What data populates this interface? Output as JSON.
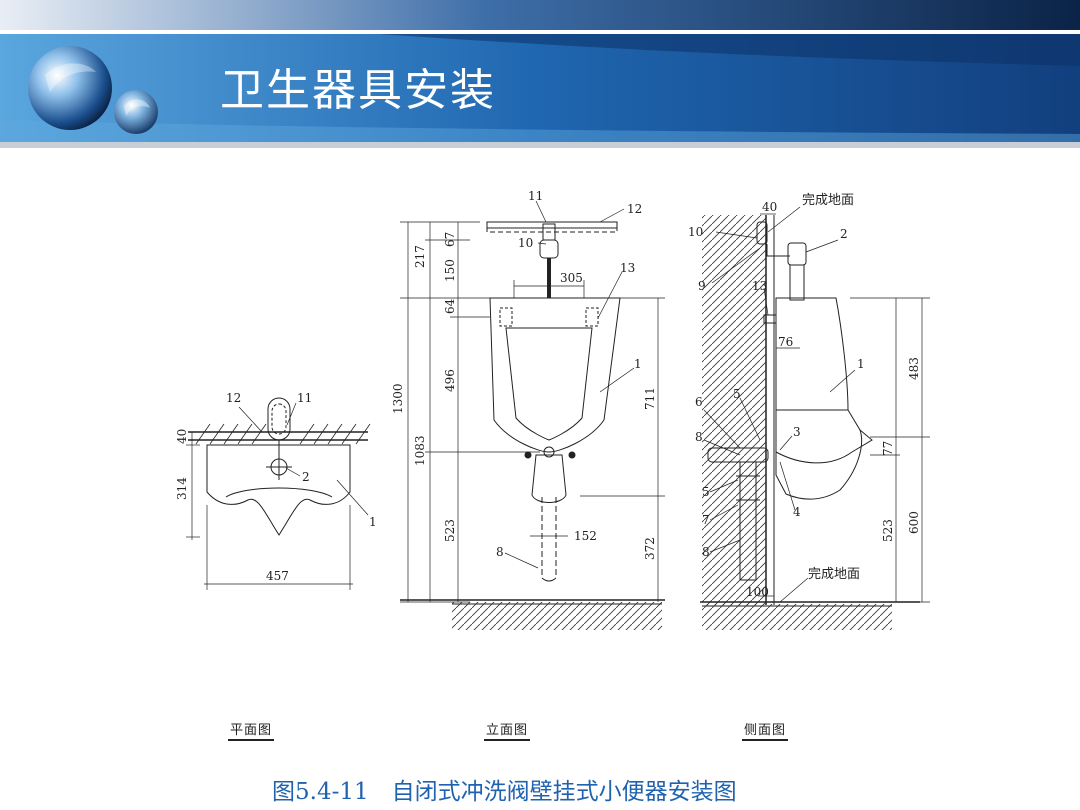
{
  "slide": {
    "title": "卫生器具安装",
    "caption": "图5.4-11　自闭式冲洗阀壁挂式小便器安装图"
  },
  "views": {
    "plan": "平面图",
    "elevation": "立面图",
    "side": "侧面图"
  },
  "plan_labels": {
    "n12": "12",
    "n11": "11",
    "n2": "2",
    "n1": "1",
    "d40": "40",
    "d314": "314",
    "d457": "457"
  },
  "elev_labels": {
    "n11": "11",
    "n12": "12",
    "n10": "10",
    "n13": "13",
    "n1": "1",
    "n8": "8",
    "d305": "305",
    "d217": "217",
    "d67": "67",
    "d150": "150",
    "d64": "64",
    "d1300": "1300",
    "d496": "496",
    "d1083": "1083",
    "d711": "711",
    "d523": "523",
    "d372": "372",
    "d152": "152"
  },
  "side_labels": {
    "d40": "40",
    "floor_top": "完成地面",
    "n10": "10",
    "n2": "2",
    "n9": "9",
    "n13": "13",
    "d76": "76",
    "n1": "1",
    "d483": "483",
    "n6": "6",
    "n5a": "5",
    "n8a": "8",
    "n3": "3",
    "d77": "77",
    "n5b": "5",
    "n4": "4",
    "n7": "7",
    "n8b": "8",
    "d523": "523",
    "d600": "600",
    "floor_bottom": "完成地面",
    "d100": "100"
  },
  "colors": {
    "header_dark": "#0b2347",
    "header_mid": "#1b5ea8",
    "header_light": "#4a9bd8",
    "caption": "#1f63b0"
  }
}
